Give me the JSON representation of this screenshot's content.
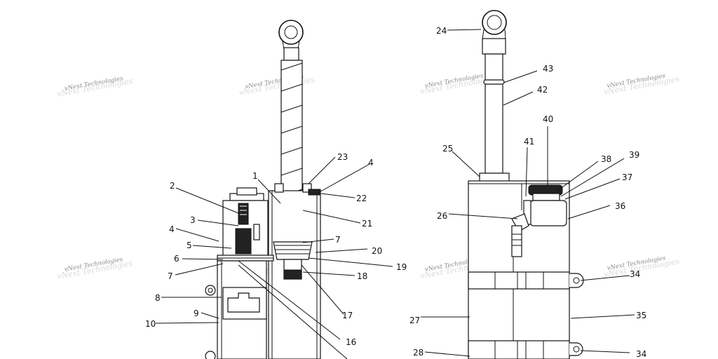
{
  "watermark": {
    "text": "vNext Technologies"
  },
  "callouts_left": [
    "1",
    "2",
    "3",
    "4",
    "5",
    "6",
    "7",
    "8",
    "9",
    "10",
    "23",
    "4",
    "22",
    "21",
    "7",
    "20",
    "19",
    "18",
    "17",
    "16"
  ],
  "callouts_right": [
    "24",
    "43",
    "42",
    "40",
    "41",
    "25",
    "38",
    "39",
    "37",
    "36",
    "26",
    "34",
    "35",
    "27",
    "28",
    "34"
  ]
}
